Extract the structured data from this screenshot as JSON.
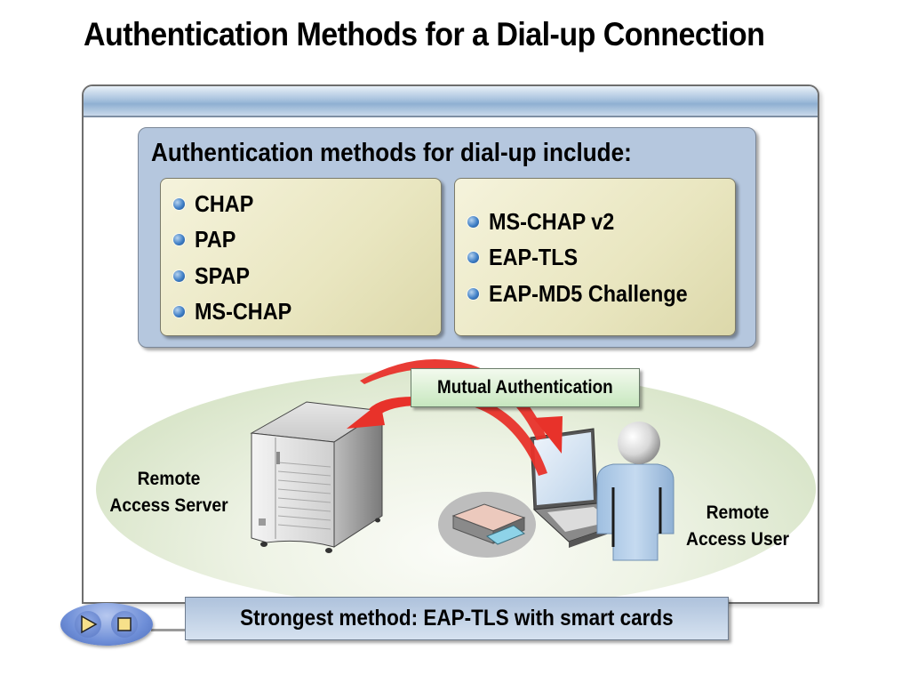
{
  "slide": {
    "title": "Authentication Methods for a Dial-up Connection"
  },
  "methods": {
    "heading": "Authentication methods for dial-up include:",
    "left_column": [
      "CHAP",
      "PAP",
      "SPAP",
      "MS-CHAP"
    ],
    "right_column": [
      "MS-CHAP v2",
      "EAP-TLS",
      "EAP-MD5 Challenge"
    ]
  },
  "diagram": {
    "mutual_label": "Mutual Authentication",
    "server_label": [
      "Remote",
      "Access Server"
    ],
    "user_label": [
      "Remote",
      "Access User"
    ],
    "icons": [
      "server-icon",
      "laptop-icon",
      "user-icon",
      "smart-card-reader-icon",
      "arrow-icon"
    ]
  },
  "summary": "Strongest method: EAP-TLS with smart cards",
  "navigation": {
    "play_icon": "play-icon",
    "stop_icon": "stop-icon"
  },
  "colors": {
    "arrow": "#e8322a",
    "panel_blue": "#b5c7de",
    "column_yellow": "#ece9c4",
    "mutual_green": "#d4edcc",
    "ellipse_green": "#d4e2c3"
  }
}
